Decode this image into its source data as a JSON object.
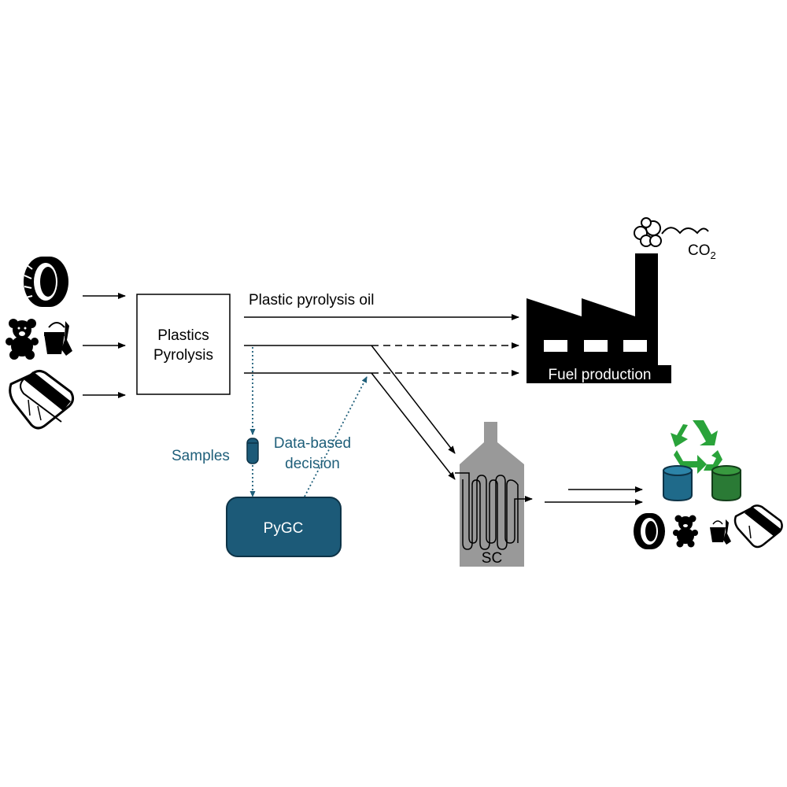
{
  "labels": {
    "pyrolysis_box_line1": "Plastics",
    "pyrolysis_box_line2": "Pyrolysis",
    "oil_stream": "Plastic pyrolysis oil",
    "fuel_production": "Fuel production",
    "co2_main": "CO",
    "co2_sub": "2",
    "samples": "Samples",
    "decision_line1": "Data-based",
    "decision_line2": "decision",
    "pygc": "PyGC",
    "sc": "SC"
  },
  "icons": {
    "feedstock": [
      "tire-icon",
      "teddy-bear-icon",
      "sand-bucket-icon",
      "plastic-bag-icon"
    ],
    "products": [
      "recycle-icon",
      "blue-barrel-icon",
      "green-barrel-icon",
      "tire-icon",
      "teddy-bear-icon",
      "sand-bucket-icon",
      "plastic-bag-icon"
    ],
    "factory": "factory-icon"
  },
  "colors": {
    "accent": "#1f5f7a",
    "pygc_fill": "#1c5a78",
    "sc_fill": "#999999",
    "recycle": "#2aa33a",
    "barrel_blue": "#1f6a8a",
    "barrel_green": "#2a7a35",
    "ink": "#000000"
  }
}
